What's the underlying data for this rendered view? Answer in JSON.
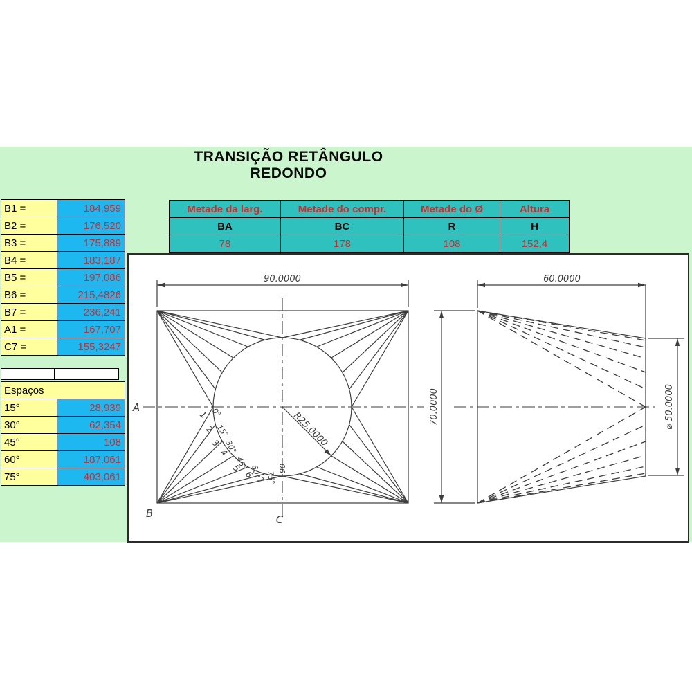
{
  "title": "TRANSIÇÃO RETÂNGULO REDONDO",
  "colors": {
    "band_green": "#CBF5CD",
    "cell_yellow": "#FFFF9E",
    "cell_cyan": "#1CB8EF",
    "table_teal": "#2FC1BD",
    "value_red": "#D22B2B"
  },
  "b_table": {
    "rows": [
      {
        "label": "B1 =",
        "value": "184,959"
      },
      {
        "label": "B2 =",
        "value": "176,520"
      },
      {
        "label": "B3 =",
        "value": "175,889"
      },
      {
        "label": "B4 =",
        "value": "183,187"
      },
      {
        "label": "B5 =",
        "value": "197,086"
      },
      {
        "label": "B6 =",
        "value": "215,4826"
      },
      {
        "label": "B7 =",
        "value": "236,241"
      },
      {
        "label": "A1 =",
        "value": "167,707"
      },
      {
        "label": "C7 =",
        "value": "155,3247"
      }
    ]
  },
  "espacos_table": {
    "header": "Espaços",
    "rows": [
      {
        "label": "15°",
        "value": "28,939"
      },
      {
        "label": "30°",
        "value": "62,354"
      },
      {
        "label": "45°",
        "value": "108"
      },
      {
        "label": "60°",
        "value": "187,061"
      },
      {
        "label": "75°",
        "value": "403,061"
      }
    ]
  },
  "param_table": {
    "headers": [
      "Metade da larg.",
      "Metade do compr.",
      "Metade do Ø",
      "Altura"
    ],
    "variables": [
      "BA",
      "BC",
      "R",
      "H"
    ],
    "values": [
      "78",
      "178",
      "108",
      "152,4"
    ]
  },
  "drawing": {
    "front_view": {
      "width_dim": "90.0000",
      "radius_dim": "R25.0000",
      "point_a": "A",
      "point_b": "B",
      "point_c": "C",
      "angle_labels": [
        "0°",
        "15°",
        "30°",
        "45°",
        "60°",
        "75°",
        "90"
      ],
      "point_numbers": [
        "1",
        "2",
        "3",
        "4",
        "5",
        "6",
        "7"
      ]
    },
    "side_view": {
      "width_dim": "60.0000",
      "height_dim": "70.0000",
      "diameter_dim": "⌀ 50.0000"
    }
  }
}
